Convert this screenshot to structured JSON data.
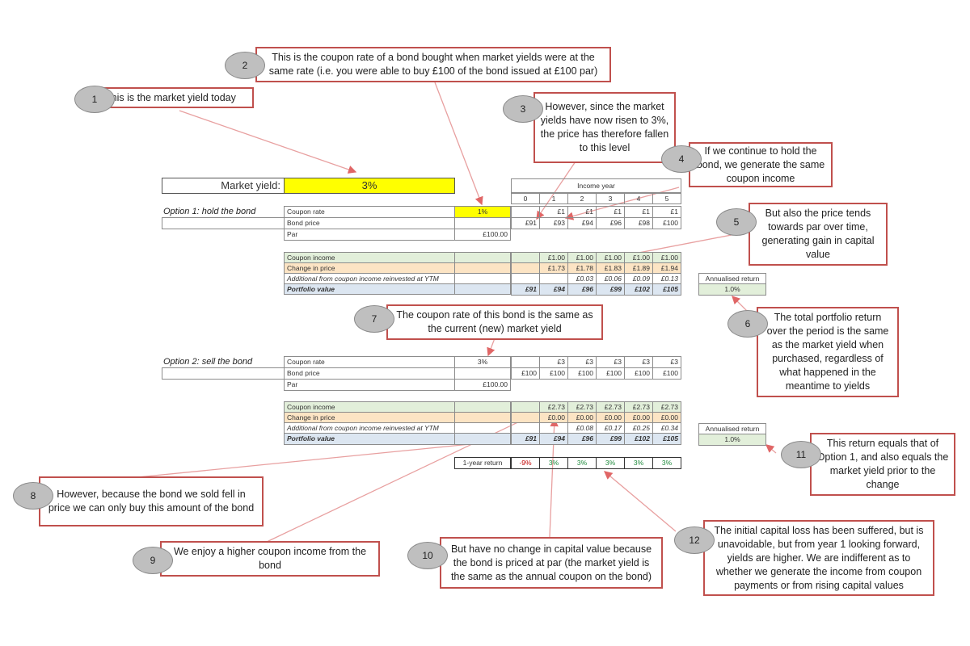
{
  "market_yield": {
    "label": "Market yield:",
    "value": "3%"
  },
  "income_year": {
    "title": "Income year",
    "years": [
      "0",
      "1",
      "2",
      "3",
      "4",
      "5"
    ]
  },
  "option1": {
    "title": "Option 1: hold the bond",
    "labels": {
      "coupon_rate": "Coupon rate",
      "bond_price": "Bond price",
      "par": "Par",
      "coupon_income": "Coupon income",
      "change_in_price": "Change in price",
      "reinvest": "Additional from coupon income reinvested at YTM",
      "portfolio": "Portfolio value"
    },
    "coupon_rate_value": "1%",
    "par_value": "£100.00",
    "coupon_row": [
      "",
      "£1",
      "£1",
      "£1",
      "£1",
      "£1"
    ],
    "price_row": [
      "£91",
      "£93",
      "£94",
      "£96",
      "£98",
      "£100"
    ],
    "coupon_income_row": [
      "",
      "£1.00",
      "£1.00",
      "£1.00",
      "£1.00",
      "£1.00"
    ],
    "change_price_row": [
      "",
      "£1.73",
      "£1.78",
      "£1.83",
      "£1.89",
      "£1.94"
    ],
    "reinvest_row": [
      "",
      "",
      "£0.03",
      "£0.06",
      "£0.09",
      "£0.13"
    ],
    "portfolio_row": [
      "£91",
      "£94",
      "£96",
      "£99",
      "£102",
      "£105"
    ],
    "annualised_label": "Annualised return",
    "annualised_value": "1.0%"
  },
  "option2": {
    "title": "Option 2: sell the bond",
    "labels": {
      "coupon_rate": "Coupon rate",
      "bond_price": "Bond price",
      "par": "Par",
      "coupon_income": "Coupon income",
      "change_in_price": "Change in price",
      "reinvest": "Additional from coupon income reinvested at YTM",
      "portfolio": "Portfolio value"
    },
    "coupon_rate_value": "3%",
    "par_value": "£100.00",
    "coupon_row": [
      "",
      "£3",
      "£3",
      "£3",
      "£3",
      "£3"
    ],
    "price_row": [
      "£100",
      "£100",
      "£100",
      "£100",
      "£100",
      "£100"
    ],
    "coupon_income_row": [
      "",
      "£2.73",
      "£2.73",
      "£2.73",
      "£2.73",
      "£2.73"
    ],
    "change_price_row": [
      "",
      "£0.00",
      "£0.00",
      "£0.00",
      "£0.00",
      "£0.00"
    ],
    "reinvest_row": [
      "",
      "",
      "£0.08",
      "£0.17",
      "£0.25",
      "£0.34"
    ],
    "portfolio_row": [
      "£91",
      "£94",
      "£96",
      "£99",
      "£102",
      "£105"
    ],
    "annualised_label": "Annualised return",
    "annualised_value": "1.0%"
  },
  "one_year_return": {
    "label": "1-year return",
    "values": [
      "-9%",
      "3%",
      "3%",
      "3%",
      "3%",
      "3%"
    ]
  },
  "notes": [
    {
      "num": "1",
      "text": "This is the market yield today"
    },
    {
      "num": "2",
      "text": "This is the coupon rate of a bond bought when market yields were at the same rate (i.e. you were able to buy £100 of the bond issued at £100 par)"
    },
    {
      "num": "3",
      "text": "However, since the market yields have now risen to 3%, the price has therefore fallen to this level"
    },
    {
      "num": "4",
      "text": "If we continue to hold the bond, we generate the same coupon income"
    },
    {
      "num": "5",
      "text": "But also the price tends towards par over time, generating gain in capital value"
    },
    {
      "num": "6",
      "text": "The total portfolio return over the period is the same as the market yield when purchased, regardless of what happened in the meantime to yields"
    },
    {
      "num": "7",
      "text": "The coupon rate of this bond is the same as the current (new) market yield"
    },
    {
      "num": "8",
      "text": "However, because the bond we sold fell in price we can only buy this amount of the bond"
    },
    {
      "num": "9",
      "text": "We enjoy a higher coupon income from the bond"
    },
    {
      "num": "10",
      "text": "But have no change in capital value because the bond is priced at par (the market yield is the same as the annual coupon on the bond)"
    },
    {
      "num": "11",
      "text": "This return equals that of Option 1, and also equals the market yield prior to the change"
    },
    {
      "num": "12",
      "text": "The initial capital loss has been suffered, but is unavoidable, but from year 1 looking forward, yields are higher. We are indifferent as to whether we generate the income from coupon payments or from rising capital values"
    }
  ]
}
